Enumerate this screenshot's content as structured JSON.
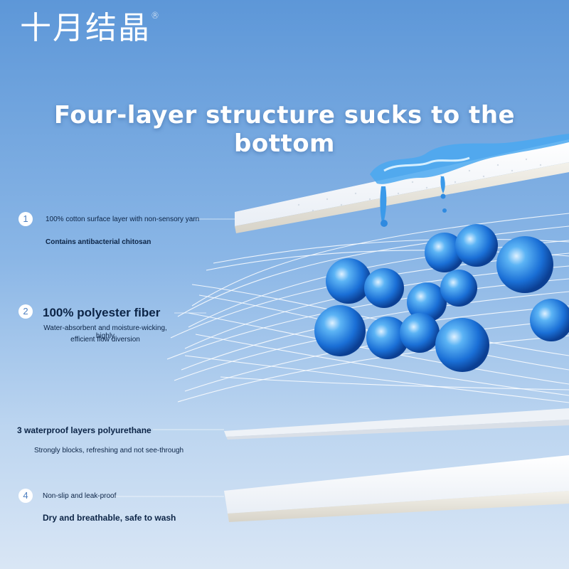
{
  "brand": {
    "name": "十月结晶",
    "registered": "®"
  },
  "headline": "Four-layer structure sucks to the bottom",
  "layers": [
    {
      "number": "1",
      "title": "100% cotton surface layer with non-sensory yarn",
      "desc": "Contains antibacterial chitosan"
    },
    {
      "number": "2",
      "title": "100% polyester fiber",
      "desc_line1": "Water-absorbent and moisture-wicking, highly",
      "desc_line2": "efficient flow diversion"
    },
    {
      "title": "3 waterproof layers polyurethane",
      "desc": "Strongly blocks, refreshing and not see-through"
    },
    {
      "number": "4",
      "title": "Non-slip and leak-proof",
      "desc": "Dry and breathable, safe to wash"
    }
  ],
  "colors": {
    "accent": "#1f7fe0",
    "text": "#0c2446",
    "background_top": "#5d97d8"
  }
}
